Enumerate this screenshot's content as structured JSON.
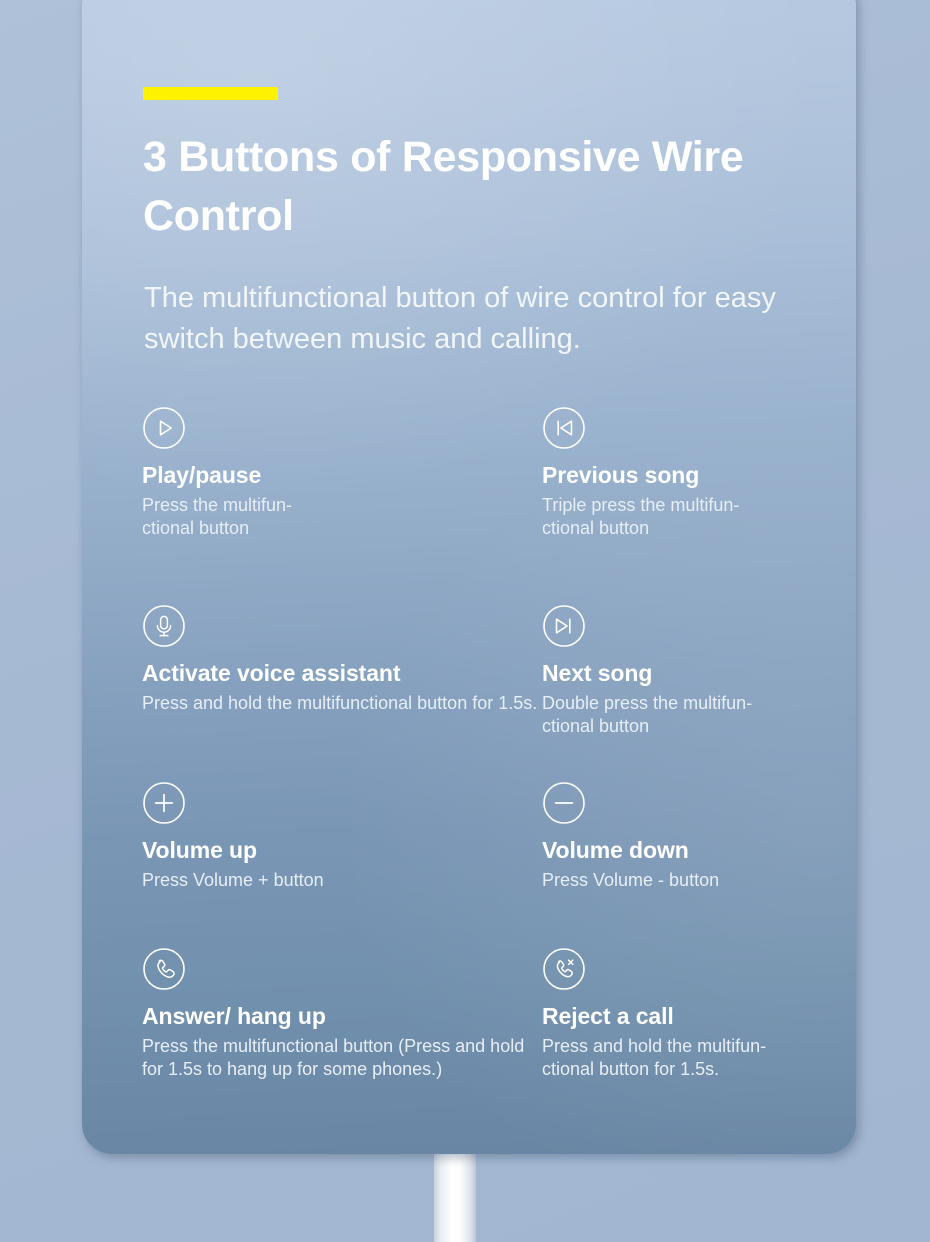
{
  "theme": {
    "accent_color": "#fff200",
    "card_top_color": "#b7cae1",
    "card_bottom_color": "#6885a3",
    "background_color": "#a6b9d3",
    "text_color": "#ffffff",
    "cable_color": "#ffffff"
  },
  "header": {
    "headline": "3 Buttons of Responsive Wire Control",
    "subhead": "The multifunctional button of wire control for easy switch between music and calling."
  },
  "features": [
    {
      "icon": "play-pause-icon",
      "title": "Play/pause",
      "desc": "Press the multifun-\nctional button"
    },
    {
      "icon": "previous-song-icon",
      "title": "Previous song",
      "desc": "Triple press the multifun-\nctional button"
    },
    {
      "icon": "microphone-icon",
      "title": "Activate voice assistant",
      "desc": "Press and hold the multifunctional button for 1.5s."
    },
    {
      "icon": "next-song-icon",
      "title": "Next song",
      "desc": "Double press the multifun-\nctional button"
    },
    {
      "icon": "plus-icon",
      "title": "Volume up",
      "desc": "Press Volume + button"
    },
    {
      "icon": "minus-icon",
      "title": "Volume down",
      "desc": "Press Volume - button"
    },
    {
      "icon": "phone-icon",
      "title": "Answer/ hang up",
      "desc": "Press the multifunctional button (Press and hold  for 1.5s to hang up for some phones.)"
    },
    {
      "icon": "phone-reject-icon",
      "title": "Reject a call",
      "desc": "Press and hold the multifun-\nctional button for 1.5s."
    }
  ]
}
